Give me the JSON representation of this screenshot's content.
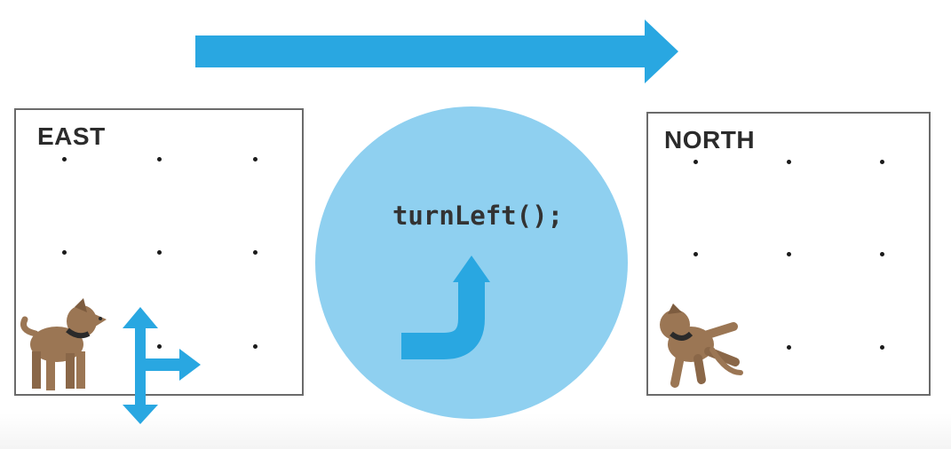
{
  "diagram": {
    "left_panel": {
      "direction_label": "EAST"
    },
    "right_panel": {
      "direction_label": "NORTH"
    },
    "command": {
      "code": "turnLeft();"
    },
    "colors": {
      "arrow_blue": "#29a7e1",
      "circle_blue": "#8fd0f0",
      "panel_border": "#6b6b6b",
      "dog_body": "#9b7654",
      "dog_collar": "#2a2a2a"
    },
    "icons": {
      "flow_arrow": "right-arrow-icon",
      "turn_arrow": "turn-left-arrow-icon",
      "compass": "compass-arrows-icon",
      "dog_left": "dog-facing-east-icon",
      "dog_right": "dog-facing-north-icon"
    }
  }
}
